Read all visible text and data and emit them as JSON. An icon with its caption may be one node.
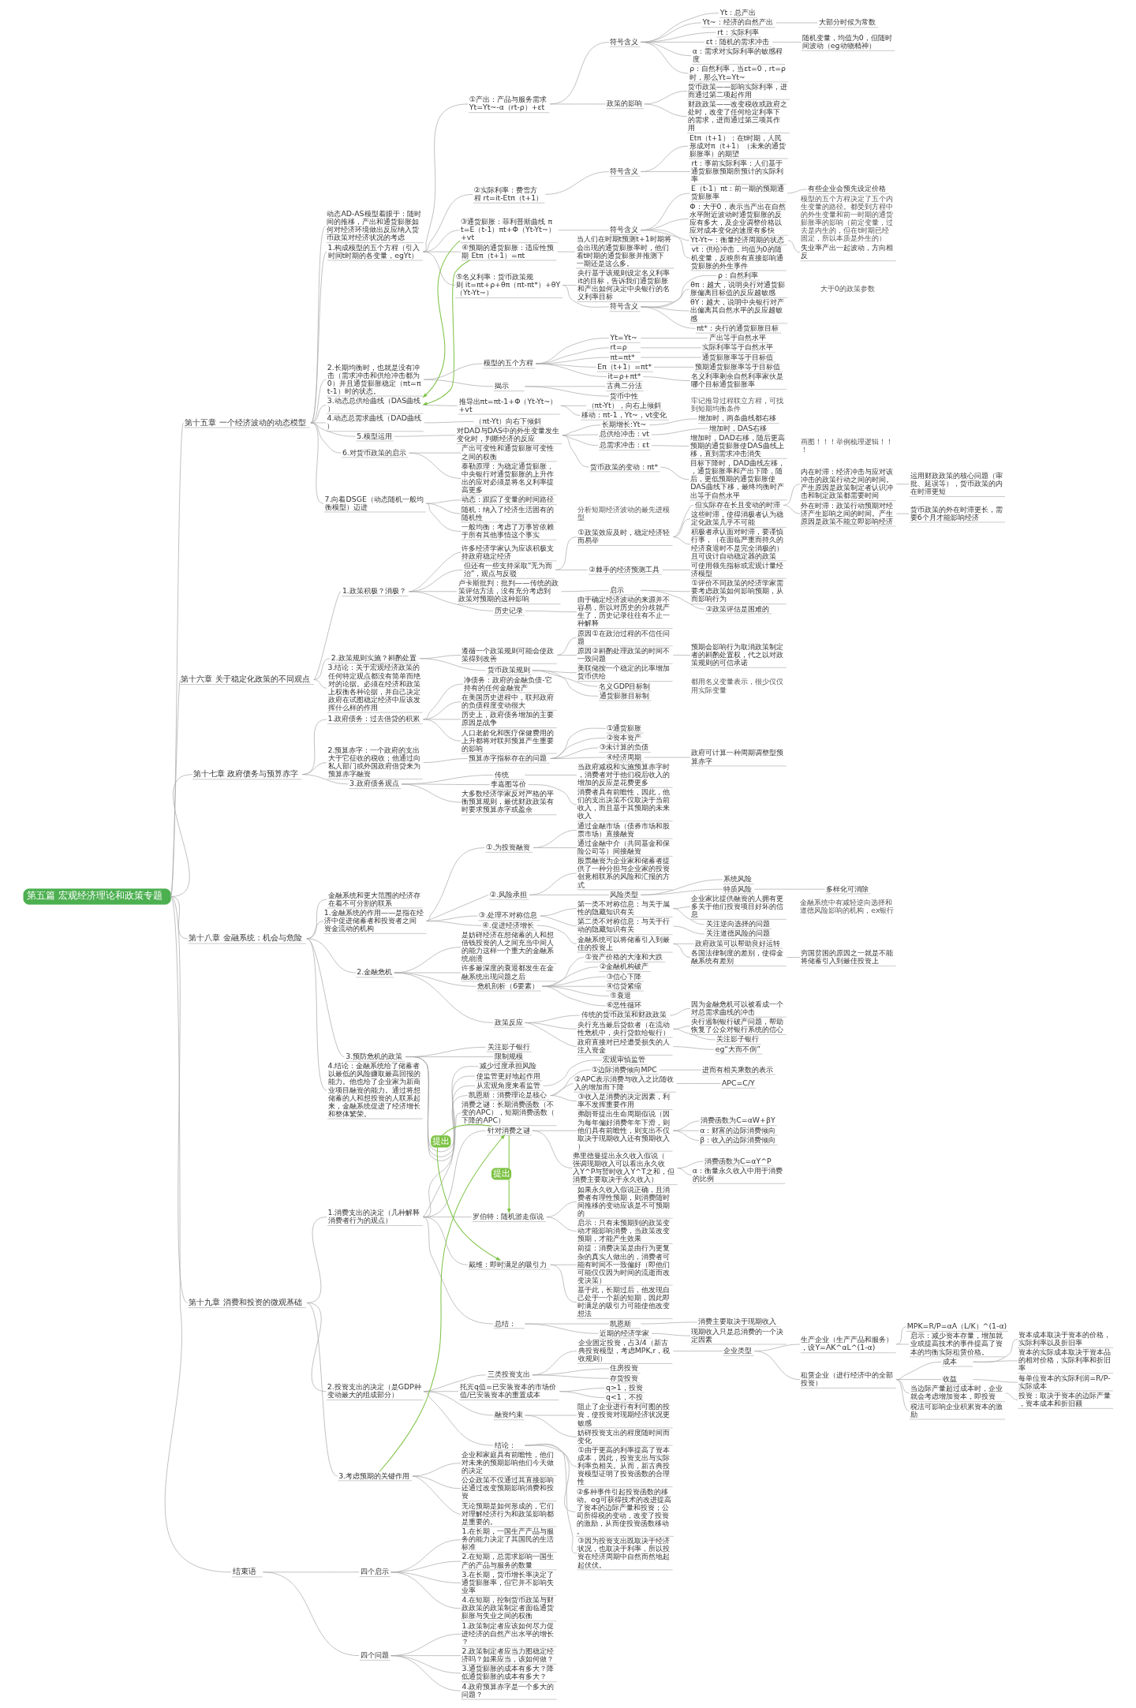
{
  "diagram": {
    "nodes": [
      {
        "text": [
          "第五篇 宏观经济理论和政策专题"
        ]
      },
      {
        "text": [
          "第十五章 一个经济波动的动态模型"
        ]
      },
      {
        "text": [
          "动态AD-AS模型着眼于：随时间的推移，产出和通货膨胀如何对经济环境做出反应纳入货币政策对经济状况的考虑"
        ]
      },
      {
        "text": [
          "1.构成模型的五个方程（引入时间t时期的各变量，egYt）"
        ]
      },
      {
        "text": [
          "①产出：产品与服务需求Yt=Yt~-α（rt-ρ）+εt"
        ]
      },
      {
        "text": [
          "符号含义"
        ]
      },
      {
        "text": [
          "Yt：总产出"
        ]
      },
      {
        "text": [
          "Yt~：经济的自然产出"
        ]
      },
      {
        "text": [
          "大部分时候为常数"
        ]
      },
      {
        "text": [
          "rt：实际利率"
        ]
      },
      {
        "text": [
          "εt：随机的需求冲击"
        ]
      },
      {
        "text": [
          "随机变量，均值为0，但随时间波动（eg动物精神）"
        ]
      },
      {
        "text": [
          "α：需求对实际利率的敏感程度"
        ]
      },
      {
        "text": [
          "ρ：自然利率，当εt=0，rt=ρ时，那么Yt=Yt~"
        ]
      },
      {
        "text": [
          "政策的影响"
        ]
      },
      {
        "text": [
          "货币政策——影响实际利率，进而通过第二项起作用"
        ]
      },
      {
        "text": [
          "财政政策——改变税收或政府之处时，改变了任何给定利率下的需求，进而通过第三项其作用"
        ]
      },
      {
        "text": [
          "②实际利率：费雪方程 rt=it-Etπ（t+1）"
        ]
      },
      {
        "text": [
          "符号含义"
        ]
      },
      {
        "text": [
          "Etπ（t+1）：在t时期，人民形成对π（t+1）（未来的通货膨胀率）的期望"
        ]
      },
      {
        "text": [
          "rt：事前实际利率：人们基于通货膨胀预期所预计的实际利率"
        ]
      },
      {
        "text": [
          "③通货膨胀：菲利普斯曲线 πt=E（t-1）πt+Φ（Yt-Yt~）+vt"
        ]
      },
      {
        "text": [
          "符号含义"
        ]
      },
      {
        "text": [
          "E（t-1）πt：前一期的预期通货膨胀率"
        ]
      },
      {
        "text": [
          "有些企业会预先设定价格"
        ]
      },
      {
        "text": [
          "Φ：大于0，表示当产出在自然水平附近波动时通货膨胀的反应有多大，及企业调整价格以应对成本变化的速度有多快"
        ]
      },
      {
        "text": [
          "Yt-Yt~：衡量经济周期的状态"
        ]
      },
      {
        "text": [
          "失业率产出一起波动，方向相反"
        ]
      },
      {
        "text": [
          "vt：供给冲击，均值为0的随机变量，反映所有直接影响通货膨胀的外生事件"
        ]
      },
      {
        "text": [
          "④预期的通货膨胀：适应性预期 Etπ（t+1）=πt"
        ]
      },
      {
        "text": [
          "当人们在时期t预测t+1时期将会出现的通货膨胀率时，他们看t时期的通货膨胀并推测下一期还是这么多。"
        ]
      },
      {
        "text": [
          "⑤名义利率：货币政策规则 it=πt+ρ+θπ（πt-πt*）+θY（Yt-Yt~）"
        ]
      },
      {
        "text": [
          "央行基于该规则设定名义利率it的目标，告诉我们通货膨胀和产出如何决定中央银行的名义利率目标"
        ]
      },
      {
        "text": [
          "符号含义"
        ]
      },
      {
        "text": [
          "ρ：自然利率"
        ]
      },
      {
        "text": [
          "θπ：越大，说明央行对通货膨胀偏离目标值的反应越敏感"
        ]
      },
      {
        "text": [
          "θY：越大，说明中央银行对产出偏离其自然水平的反应越敏感"
        ]
      },
      {
        "text": [
          "πt*：央行的通货膨胀目标"
        ]
      },
      {
        "text": [
          "2.长期均衡时，也就是没有冲击（需求冲击和供给冲击都为0）并且通货膨胀稳定（πt=πt-1）时的状态。"
        ]
      },
      {
        "text": [
          "模型的五个方程"
        ]
      },
      {
        "text": [
          "Yt=Yt~"
        ]
      },
      {
        "text": [
          "产出等于自然水平"
        ]
      },
      {
        "text": [
          "rt=ρ"
        ]
      },
      {
        "text": [
          "实际利率等于自然水平"
        ]
      },
      {
        "text": [
          "πt=πt*"
        ]
      },
      {
        "text": [
          "通货膨胀率等于目标值"
        ]
      },
      {
        "text": [
          "Eπ（t+1）=πt*"
        ]
      },
      {
        "text": [
          "预期通货膨胀率等于目标值"
        ]
      },
      {
        "text": [
          "it=ρ+πt*"
        ]
      },
      {
        "text": [
          "名义利率剩余自然利率家伙是哪个目标通货膨胀率"
        ]
      },
      {
        "text": [
          "揭示"
        ]
      },
      {
        "text": [
          "古典二分法"
        ]
      },
      {
        "text": [
          "货币中性"
        ]
      },
      {
        "text": [
          "3.动态总供给曲线（DAS曲线）"
        ]
      },
      {
        "text": [
          "推导出πt=πt-1+Φ（Yt-Yt~）+vt"
        ]
      },
      {
        "text": [
          "（πt-Yt），向右上倾斜"
        ]
      },
      {
        "text": [
          "移动：πt-1，Yt~，vt变化"
        ]
      },
      {
        "text": [
          "4.动态总需求曲线（DAD曲线）"
        ]
      },
      {
        "text": [
          "（πt-Yt）向右下倾斜"
        ]
      },
      {
        "text": [
          "5.模型运用"
        ]
      },
      {
        "text": [
          "对DAD与DAS中的外生变量发生变化时，判断经济的反应"
        ]
      },
      {
        "text": [
          "长期增长:Yt~"
        ]
      },
      {
        "text": [
          "增加时，两条曲线都右移"
        ]
      },
      {
        "text": [
          "总供给冲击：vt"
        ]
      },
      {
        "text": [
          "增加时，DAS右移"
        ]
      },
      {
        "text": [
          "总需求冲击：εt"
        ]
      },
      {
        "text": [
          "增加时，DAD右移，随后更高预期的通货膨胀使DAS曲线上移，直到需求冲击消失"
        ]
      },
      {
        "text": [
          "货币政策的变动：πt*"
        ]
      },
      {
        "text": [
          "目标下降时，DAD曲线左移，，通货膨胀率和产出下降，随后，更低预期的通货膨胀使DAS曲线下移，最终均衡时产出等于自然水平"
        ]
      },
      {
        "text": [
          "6.对货币政策的启示"
        ]
      },
      {
        "text": [
          "产出可变性和通货膨胀可变性之间的权衡"
        ]
      },
      {
        "text": [
          "泰勒原理：为稳定通货膨胀，中央银行对通货膨胀的上升作出的应对必须是将名义利率提高更多"
        ]
      },
      {
        "text": [
          "7.向着DSGE（动态随机一般均衡模型）迈进"
        ]
      },
      {
        "text": [
          "动态：跟踪了变量的时间路径"
        ]
      },
      {
        "text": [
          "随机：纳入了经济生活固有的随机性"
        ]
      },
      {
        "text": [
          "一般均衡：考虑了万事皆依赖于所有其他事情这个事实"
        ]
      },
      {
        "text": [
          "第十六章 关于稳定化政策的不同观点"
        ]
      },
      {
        "text": [
          "1.政策积极？消极？"
        ]
      },
      {
        "text": [
          "许多经济学家认为应该积极支持政府稳定经济"
        ]
      },
      {
        "text": [
          "但还有一些支持采取“无为而治”，观点与反驳"
        ]
      },
      {
        "text": [
          "①政策效应及时，稳定经济轻而易举"
        ]
      },
      {
        "text": [
          "但实际存在长且变动的时滞"
        ]
      },
      {
        "text": [
          "内在时滞：经济冲击与应对该冲击的政策行动之间的时间。产生原因是政策制定者认识冲击和制定政策都需要时间"
        ]
      },
      {
        "text": [
          "运用财政政策的核心问题（审批、延误等），货币政策的内在时滞更短"
        ]
      },
      {
        "text": [
          "外在时滞：政策行动预期对经济产生影响之间的时间。产生原因是政策不能立即影响经济"
        ]
      },
      {
        "text": [
          "货币政策的外在时滞更长，需要6个月才能影响经济"
        ]
      },
      {
        "text": [
          "这些时滞，使得消极者认为稳定化政策几乎不可能"
        ]
      },
      {
        "text": [
          "积极者承认面对时滞，要谨慎行事，（在面临严重而持久的经济衰退时不是完全消极的）且可设计自动稳定器的政策"
        ]
      },
      {
        "text": [
          "②棘手的经济预测工具"
        ]
      },
      {
        "text": [
          "可使用领先指标或宏观计量经济模型"
        ]
      },
      {
        "text": [
          "卢卡斯批判：批判——传统的政策评估方法，没有充分考虑到政策对预期的这种影响"
        ]
      },
      {
        "text": [
          "启示"
        ]
      },
      {
        "text": [
          "①评价不同政策的经济学家需要考虑政策如何影响预期，从而影响行为"
        ]
      },
      {
        "text": [
          "②政策评估是困难的"
        ]
      },
      {
        "text": [
          "历史记录"
        ]
      },
      {
        "text": [
          "由于确定经济波动的来源并不容易，所以对历史的分歧就产生了，历史记录往往有不止一种解释"
        ]
      },
      {
        "text": [
          "2.政策规则实施？斟酌处置"
        ]
      },
      {
        "text": [
          "遵循一个政策规则可能会使政策得到改善"
        ]
      },
      {
        "text": [
          "原因①在政治过程的不信任问题"
        ]
      },
      {
        "text": [
          "原因②斟酌处理政策的时间不一致问题"
        ]
      },
      {
        "text": [
          "预期会影响行为取消政策制定者的斟酌处置权，代之以对政策规则的可信承诺"
        ]
      },
      {
        "text": [
          "货币政策规则"
        ]
      },
      {
        "text": [
          "美联储按一个稳定的比率增加货币供给"
        ]
      },
      {
        "text": [
          "名义GDP目标制"
        ]
      },
      {
        "text": [
          "通货膨胀目标制"
        ]
      },
      {
        "text": [
          "3.结论：关于宏观经济政策的任何特定观点都没有简单而绝对的论据。必须在经济和政策上权衡各种论据，并自己决定政府在试图稳定经济中应该发挥什么样的作用"
        ]
      },
      {
        "text": [
          "第十七章 政府债务与预算赤字"
        ]
      },
      {
        "text": [
          "1.政府债务：过去借贷的积累"
        ]
      },
      {
        "text": [
          "净债务：政府的金融负债-它持有的任何金融资产"
        ]
      },
      {
        "text": [
          "在美国历史进程中，联邦政府的负债程度变动很大"
        ]
      },
      {
        "text": [
          "历史上，政府债务增加的主要原因是战争"
        ]
      },
      {
        "text": [
          "人口老龄化和医疗保健费用的上升都将对联邦预算产生重要的影响"
        ]
      },
      {
        "text": [
          "2.预算赤字：一个政府的支出大于它征收的税收；他通过向私人部门或外国政府借贷来为预算赤字融资"
        ]
      },
      {
        "text": [
          "预算赤字指标存在的问题"
        ]
      },
      {
        "text": [
          "①通货膨胀"
        ]
      },
      {
        "text": [
          "②资本资产"
        ]
      },
      {
        "text": [
          "③未计算的负债"
        ]
      },
      {
        "text": [
          "④经济周期"
        ]
      },
      {
        "text": [
          "政府可计算一种周期调整型预算赤字"
        ]
      },
      {
        "text": [
          "3.政府债务观点"
        ]
      },
      {
        "text": [
          "传统"
        ]
      },
      {
        "text": [
          "当政府减税和实施预算赤字时，消费者对于他们税后收入的增加的反应是花费更多"
        ]
      },
      {
        "text": [
          "李嘉图等价"
        ]
      },
      {
        "text": [
          "消费者具有前瞻性，因此，他们的支出决策不仅取决于当前收入，而且基于其预期的未来收入"
        ]
      },
      {
        "text": [
          "大多数经济学家反对严格的平衡预算规则，最优财政政策有时要求预算赤字或盈余"
        ]
      },
      {
        "text": [
          "第十八章 金融系统：机会与危险"
        ]
      },
      {
        "text": [
          "金融系统和更大范围的经济存在着不可分割的联系"
        ]
      },
      {
        "text": [
          "1.金融系统的作用——是指在经济中促进储蓄者和投资者之间资金流动的机构"
        ]
      },
      {
        "text": [
          "①.为投资融资"
        ]
      },
      {
        "text": [
          "通过金融市场（债券市场和股票市场）直接融资"
        ]
      },
      {
        "text": [
          "通过金融中介（共同基金和保险公司等）间接融资"
        ]
      },
      {
        "text": [
          "②.风险承担"
        ]
      },
      {
        "text": [
          "股票融资为企业家和储蓄者提供了一种分担与企业家的投资创意相联系的风险和汇报的方式"
        ]
      },
      {
        "text": [
          "风险类型"
        ]
      },
      {
        "text": [
          "系统风险"
        ]
      },
      {
        "text": [
          "特质风险"
        ]
      },
      {
        "text": [
          "多样化可消除"
        ]
      },
      {
        "text": [
          "③.处理不对称信息"
        ]
      },
      {
        "text": [
          "第一类不对称信息：与关于属性的隐藏知识有关"
        ]
      },
      {
        "text": [
          "企业家比提供融资的人拥有更多关于他们投资项目好坏的信息"
        ]
      },
      {
        "text": [
          "关注逆向选择的问题"
        ]
      },
      {
        "text": [
          "第二类不对称信息：与关于行动的隐藏知识有关"
        ]
      },
      {
        "text": [
          "关注道德风险的问题"
        ]
      },
      {
        "text": [
          "④.促进经济增长"
        ]
      },
      {
        "text": [
          "金融系统可以将储蓄引入到最佳的投资上"
        ]
      },
      {
        "text": [
          "政府政策可以帮助良好运转"
        ]
      },
      {
        "text": [
          "各国法律制度的差别，使得金融系统有差别"
        ]
      },
      {
        "text": [
          "穷国贫困的原因之一就是不能将储蓄引入到最佳投资上"
        ]
      },
      {
        "text": [
          "2.金融危机"
        ]
      },
      {
        "text": [
          "是妨碍经济在想储蓄的人和想借钱投资的人之间充当中间人的能力这样一个重大的金融系统崩溃"
        ]
      },
      {
        "text": [
          "许多最深度的衰退都发生在金融系统出现问题之后"
        ]
      },
      {
        "text": [
          "危机剖析（6要素）"
        ]
      },
      {
        "text": [
          "①资产价格的大涨和大跌"
        ]
      },
      {
        "text": [
          "②金融机构破产"
        ]
      },
      {
        "text": [
          "③信心下降"
        ]
      },
      {
        "text": [
          "④信贷紧缩"
        ]
      },
      {
        "text": [
          "⑤衰退"
        ]
      },
      {
        "text": [
          "⑥恶性循环"
        ]
      },
      {
        "text": [
          "政策反应"
        ]
      },
      {
        "text": [
          "传统的货币政策和财政政策"
        ]
      },
      {
        "text": [
          "因为金融危机可以被看成一个对总需求曲线的冲击"
        ]
      },
      {
        "text": [
          "央行充当最后贷款者（在流动性危机中，央行贷款给银行）"
        ]
      },
      {
        "text": [
          "央行遏制银行破产问题，帮助恢复了公众对银行系统的信心"
        ]
      },
      {
        "text": [
          "关注影子银行"
        ]
      },
      {
        "text": [
          "政府直接对已经遭受损失的人注入资金"
        ]
      },
      {
        "text": [
          "eg“大而不倒”"
        ]
      },
      {
        "text": [
          "3.预防危机的政策"
        ]
      },
      {
        "text": [
          "关注影子银行"
        ]
      },
      {
        "text": [
          "限制规模"
        ]
      },
      {
        "text": [
          "减少过度承担风险"
        ]
      },
      {
        "text": [
          "使监管更好地起作用"
        ]
      },
      {
        "text": [
          "从宏观角度来看监管"
        ]
      },
      {
        "text": [
          "宏观审慎监管"
        ]
      },
      {
        "text": [
          "4.结论：金融系统给了储蓄者以最低的风险赚取最高回报的能力。他也给了企业家为新商业项目融资的能力。通过将想储蓄的人和想投资的人联系起来，金融系统促进了经济增长和整体繁荣。"
        ]
      },
      {
        "text": [
          "第十九章 消费和投资的微观基础"
        ]
      },
      {
        "text": [
          "1.消费支出的决定（几种解释消费者行为的观点）"
        ]
      },
      {
        "text": [
          "凯恩斯：消费理论是核心"
        ]
      },
      {
        "text": [
          "①边际消费倾向MPC"
        ]
      },
      {
        "text": [
          "进而有相关乘数的表示"
        ]
      },
      {
        "text": [
          "②APC表示消费与收入之比随收入的增加而下降"
        ]
      },
      {
        "text": [
          "APC=C/Y"
        ]
      },
      {
        "text": [
          "③收入是消费的决定因素，利率不发挥重要作用"
        ]
      },
      {
        "text": [
          "消费之谜：长期消费函数（不变的APC），短期消费函数（下降的APC）"
        ]
      },
      {
        "text": [
          "针对消费之谜"
        ]
      },
      {
        "text": [
          "弗朗哥提出生命周期假说（因为每年偏好消费年年下滑，则他们具有前瞻性，则支出不仅取决于现期收入还有预期收入）"
        ]
      },
      {
        "text": [
          "消费函数为C=αW+βY"
        ]
      },
      {
        "text": [
          "α：财富的边际消费倾向"
        ]
      },
      {
        "text": [
          "β：收入的边际消费倾向"
        ]
      },
      {
        "text": [
          "弗里德曼提出永久收入假说（强调现期收入可以看出永久收入Y^P与暂时收入Y^T之和，但消费主要取决于永久收入）"
        ]
      },
      {
        "text": [
          "消费函数为C=αY^P"
        ]
      },
      {
        "text": [
          "α：衡量永久收入中用于消费的比例"
        ]
      },
      {
        "text": [
          "罗伯特：随机游走假说"
        ]
      },
      {
        "text": [
          "如果永久收入假说正确，且消费者有理性预期，则消费随时间推移的变动应该是不可预期的"
        ]
      },
      {
        "text": [
          "启示：只有未预期到的政策变动才能影响消费，当政策改变预期，才能产生效果"
        ]
      },
      {
        "text": [
          "戴维：即时满足的吸引力"
        ]
      },
      {
        "text": [
          "前提：消费决策是由行为更复杂的真实人做出的，消费者可能有时间不一致偏好（即他们可能仅仅因为时间的流逝而改变决策）"
        ]
      },
      {
        "text": [
          "基于此，长期过后，他发现自己处于一个新的短期，因此即时满足的吸引力可能使他改变想法"
        ]
      },
      {
        "text": [
          "总结："
        ]
      },
      {
        "text": [
          "凯恩斯"
        ]
      },
      {
        "text": [
          "消费主要取决于现期收入"
        ]
      },
      {
        "text": [
          "近期的经济学家"
        ]
      },
      {
        "text": [
          "现期收入只是总消费的一个决定因素"
        ]
      },
      {
        "text": [
          "2.投资支出的决定（是GDP种变动最大的组成部分）"
        ]
      },
      {
        "text": [
          "三类投资支出"
        ]
      },
      {
        "text": [
          "企业固定投资，占3/4（新古典投资模型，考虑MPK,r，税收规则）"
        ]
      },
      {
        "text": [
          "企业类型"
        ]
      },
      {
        "text": [
          "生产企业（生产产品和服务），设Y=AK^αL^(1-α)"
        ]
      },
      {
        "text": [
          "MPK=R/P=αA（L/K）^(1-α)"
        ]
      },
      {
        "text": [
          "启示：减少资本存量，增加就业或提高技术的事件提高了资本的均衡实际租赁价格。"
        ]
      },
      {
        "text": [
          "租赁企业（进行经济中的全部投资）"
        ]
      },
      {
        "text": [
          "成本"
        ]
      },
      {
        "text": [
          "资本成本取决于资本的价格，实际利率以及折旧率"
        ]
      },
      {
        "text": [
          "资本的实际成本取决于资本品的相对价格，实际利率和折旧率"
        ]
      },
      {
        "text": [
          "收益"
        ]
      },
      {
        "text": [
          "每单位资本的实际利润=R/P-实际成本"
        ]
      },
      {
        "text": [
          "当边际产量超过成本时，企业就会考虑增加资本，即投资"
        ]
      },
      {
        "text": [
          "投资：取决于资本的边际产量，资本成本和折旧额"
        ]
      },
      {
        "text": [
          "税法可影响企业积累资本的激励"
        ]
      },
      {
        "text": [
          "住房投资"
        ]
      },
      {
        "text": [
          "存货投资"
        ]
      },
      {
        "text": [
          "托宾q值=已安装资本的市场价值/已安装资本的重置成本"
        ]
      },
      {
        "text": [
          "q>1，投资"
        ]
      },
      {
        "text": [
          "q<1，不投"
        ]
      },
      {
        "text": [
          "融资约束"
        ]
      },
      {
        "text": [
          "阻止了企业进行有利可图的投资，使投资对现期经济状况更敏感"
        ]
      },
      {
        "text": [
          "妨碍投资支出的程度随时间而变化"
        ]
      },
      {
        "text": [
          "结论："
        ]
      },
      {
        "text": [
          "①由于更高的利率提高了资本成本，因此，投资支出与实际利率负相关。从而，新古典投资模型证明了投资函数的合理性"
        ]
      },
      {
        "text": [
          "②多种事件引起投资函数的移动。eg可获得技术的改进提高了资本的边际产量和投资；公司所得税的变动，改变了投资的激励，从而使投资函数移动。"
        ]
      },
      {
        "text": [
          "③因为投资支出既取决于经济状况，也取决于利率，所以投资在经济周期中自然而然地起起伏伏。"
        ]
      },
      {
        "text": [
          "3.考虑预期的关键作用"
        ]
      },
      {
        "text": [
          "企业和家庭具有前瞻性，他们对未来的预期影响他们今天做的决定"
        ]
      },
      {
        "text": [
          "公众政策不仅通过其直接影响还通过改变预期影响消费和投资"
        ]
      },
      {
        "text": [
          "无论预期是如何形成的，它们对理解经济行为和政策影响都是重要的。"
        ]
      },
      {
        "text": [
          "结束语"
        ]
      },
      {
        "text": [
          "四个启示"
        ]
      },
      {
        "text": [
          "1.在长期，一国生产产品与服务的能力决定了其国民的生活标准"
        ]
      },
      {
        "text": [
          "2.在短期，总需求影响一国生产的产品与服务的数量"
        ]
      },
      {
        "text": [
          "3.在长期，货币增长率决定了通货膨胀率，但它并不影响失业率"
        ]
      },
      {
        "text": [
          "4.在短期，控制货币政策与财政政策的政策制定者面临通货膨胀与失业之间的权衡"
        ]
      },
      {
        "text": [
          "四个问题"
        ]
      },
      {
        "text": [
          "1.政策制定者应该如何尽力促进经济的自然产出水平的增长？"
        ]
      },
      {
        "text": [
          "2.政策制定者应当力图稳定经济吗？如果应当，该如何做？"
        ]
      },
      {
        "text": [
          "3.通货膨胀的成本有多大？降低通货膨胀的成本有多大？"
        ]
      },
      {
        "text": [
          "4.政府预算赤字是一个多大的问题？"
        ]
      }
    ],
    "edges": [
      {
        "from": 0,
        "to": 1,
        "arrow": "none"
      },
      {
        "from": 1,
        "to": 2,
        "arrow": "none"
      },
      {
        "from": 1,
        "to": 3,
        "arrow": "none"
      },
      {
        "from": 3,
        "to": 4,
        "arrow": "none"
      },
      {
        "from": 4,
        "to": 5,
        "arrow": "none"
      },
      {
        "from": 5,
        "to": 6,
        "arrow": "none"
      },
      {
        "from": 5,
        "to": 7,
        "arrow": "none"
      },
      {
        "from": 7,
        "to": 8,
        "arrow": "none"
      },
      {
        "from": 5,
        "to": 9,
        "arrow": "none"
      },
      {
        "from": 5,
        "to": 10,
        "arrow": "none"
      },
      {
        "from": 10,
        "to": 11,
        "arrow": "none"
      },
      {
        "from": 5,
        "to": 12,
        "arrow": "none"
      },
      {
        "from": 5,
        "to": 13,
        "arrow": "none"
      },
      {
        "from": 4,
        "to": 14,
        "arrow": "none"
      },
      {
        "from": 14,
        "to": 15,
        "arrow": "none"
      },
      {
        "from": 14,
        "to": 16,
        "arrow": "none"
      },
      {
        "from": 3,
        "to": 17,
        "arrow": "none"
      },
      {
        "from": 17,
        "to": 18,
        "arrow": "none"
      },
      {
        "from": 18,
        "to": 19,
        "arrow": "none"
      },
      {
        "from": 18,
        "to": 20,
        "arrow": "none"
      },
      {
        "from": 3,
        "to": 21,
        "arrow": "none"
      },
      {
        "from": 21,
        "to": 22,
        "arrow": "none"
      },
      {
        "from": 22,
        "to": 23,
        "arrow": "none"
      },
      {
        "from": 23,
        "to": 24,
        "arrow": "none"
      },
      {
        "from": 22,
        "to": 25,
        "arrow": "none"
      },
      {
        "from": 22,
        "to": 26,
        "arrow": "none"
      },
      {
        "from": 26,
        "to": 27,
        "arrow": "none"
      },
      {
        "from": 22,
        "to": 28,
        "arrow": "none"
      },
      {
        "from": 3,
        "to": 29,
        "arrow": "none"
      },
      {
        "from": 29,
        "to": 30,
        "arrow": "none"
      },
      {
        "from": 3,
        "to": 31,
        "arrow": "none"
      },
      {
        "from": 31,
        "to": 32,
        "arrow": "none"
      },
      {
        "from": 31,
        "to": 33,
        "arrow": "none"
      },
      {
        "from": 33,
        "to": 34,
        "arrow": "none"
      },
      {
        "from": 33,
        "to": 35,
        "arrow": "none"
      },
      {
        "from": 33,
        "to": 36,
        "arrow": "none"
      },
      {
        "from": 33,
        "to": 37,
        "arrow": "none"
      },
      {
        "from": 1,
        "to": 38,
        "arrow": "none"
      },
      {
        "from": 38,
        "to": 39,
        "arrow": "none"
      },
      {
        "from": 39,
        "to": 40,
        "arrow": "none"
      },
      {
        "from": 40,
        "to": 41,
        "arrow": "none"
      },
      {
        "from": 39,
        "to": 42,
        "arrow": "none"
      },
      {
        "from": 42,
        "to": 43,
        "arrow": "none"
      },
      {
        "from": 39,
        "to": 44,
        "arrow": "none"
      },
      {
        "from": 44,
        "to": 45,
        "arrow": "none"
      },
      {
        "from": 39,
        "to": 46,
        "arrow": "none"
      },
      {
        "from": 46,
        "to": 47,
        "arrow": "none"
      },
      {
        "from": 39,
        "to": 48,
        "arrow": "none"
      },
      {
        "from": 48,
        "to": 49,
        "arrow": "none"
      },
      {
        "from": 38,
        "to": 50,
        "arrow": "none"
      },
      {
        "from": 50,
        "to": 51,
        "arrow": "none"
      },
      {
        "from": 50,
        "to": 52,
        "arrow": "none"
      },
      {
        "from": 1,
        "to": 53,
        "arrow": "none"
      },
      {
        "from": 53,
        "to": 54,
        "arrow": "none"
      },
      {
        "from": 54,
        "to": 55,
        "arrow": "none"
      },
      {
        "from": 54,
        "to": 56,
        "arrow": "none"
      },
      {
        "from": 1,
        "to": 57,
        "arrow": "none"
      },
      {
        "from": 57,
        "to": 58,
        "arrow": "none"
      },
      {
        "from": 1,
        "to": 59,
        "arrow": "none"
      },
      {
        "from": 59,
        "to": 60,
        "arrow": "none"
      },
      {
        "from": 60,
        "to": 61,
        "arrow": "none"
      },
      {
        "from": 61,
        "to": 62,
        "arrow": "none"
      },
      {
        "from": 60,
        "to": 63,
        "arrow": "none"
      },
      {
        "from": 63,
        "to": 64,
        "arrow": "none"
      },
      {
        "from": 60,
        "to": 65,
        "arrow": "none"
      },
      {
        "from": 65,
        "to": 66,
        "arrow": "none"
      },
      {
        "from": 60,
        "to": 67,
        "arrow": "none"
      },
      {
        "from": 67,
        "to": 68,
        "arrow": "none"
      },
      {
        "from": 1,
        "to": 69,
        "arrow": "none"
      },
      {
        "from": 69,
        "to": 70,
        "arrow": "none"
      },
      {
        "from": 69,
        "to": 71,
        "arrow": "none"
      },
      {
        "from": 1,
        "to": 72,
        "arrow": "none"
      },
      {
        "from": 72,
        "to": 73,
        "arrow": "none"
      },
      {
        "from": 72,
        "to": 74,
        "arrow": "none"
      },
      {
        "from": 72,
        "to": 75,
        "arrow": "none"
      },
      {
        "from": 0,
        "to": 76,
        "arrow": "none"
      },
      {
        "from": 76,
        "to": 77,
        "arrow": "none"
      },
      {
        "from": 77,
        "to": 78,
        "arrow": "none"
      },
      {
        "from": 77,
        "to": 79,
        "arrow": "none"
      },
      {
        "from": 79,
        "to": 80,
        "arrow": "none"
      },
      {
        "from": 80,
        "to": 81,
        "arrow": "none"
      },
      {
        "from": 81,
        "to": 82,
        "arrow": "none"
      },
      {
        "from": 82,
        "to": 83,
        "arrow": "none"
      },
      {
        "from": 81,
        "to": 84,
        "arrow": "none"
      },
      {
        "from": 84,
        "to": 85,
        "arrow": "none"
      },
      {
        "from": 80,
        "to": 86,
        "arrow": "none"
      },
      {
        "from": 80,
        "to": 87,
        "arrow": "none"
      },
      {
        "from": 79,
        "to": 88,
        "arrow": "none"
      },
      {
        "from": 88,
        "to": 89,
        "arrow": "none"
      },
      {
        "from": 77,
        "to": 90,
        "arrow": "none"
      },
      {
        "from": 90,
        "to": 91,
        "arrow": "none"
      },
      {
        "from": 91,
        "to": 92,
        "arrow": "none"
      },
      {
        "from": 91,
        "to": 93,
        "arrow": "none"
      },
      {
        "from": 77,
        "to": 94,
        "arrow": "none"
      },
      {
        "from": 94,
        "to": 95,
        "arrow": "none"
      },
      {
        "from": 76,
        "to": 96,
        "arrow": "none"
      },
      {
        "from": 96,
        "to": 97,
        "arrow": "none"
      },
      {
        "from": 97,
        "to": 98,
        "arrow": "none"
      },
      {
        "from": 97,
        "to": 99,
        "arrow": "none"
      },
      {
        "from": 99,
        "to": 100,
        "arrow": "none"
      },
      {
        "from": 96,
        "to": 101,
        "arrow": "none"
      },
      {
        "from": 101,
        "to": 102,
        "arrow": "none"
      },
      {
        "from": 101,
        "to": 103,
        "arrow": "none"
      },
      {
        "from": 101,
        "to": 104,
        "arrow": "none"
      },
      {
        "from": 76,
        "to": 105,
        "arrow": "none"
      },
      {
        "from": 0,
        "to": 106,
        "arrow": "none"
      },
      {
        "from": 106,
        "to": 107,
        "arrow": "none"
      },
      {
        "from": 107,
        "to": 108,
        "arrow": "none"
      },
      {
        "from": 107,
        "to": 109,
        "arrow": "none"
      },
      {
        "from": 107,
        "to": 110,
        "arrow": "none"
      },
      {
        "from": 107,
        "to": 111,
        "arrow": "none"
      },
      {
        "from": 106,
        "to": 112,
        "arrow": "none"
      },
      {
        "from": 112,
        "to": 113,
        "arrow": "none"
      },
      {
        "from": 113,
        "to": 114,
        "arrow": "none"
      },
      {
        "from": 113,
        "to": 115,
        "arrow": "none"
      },
      {
        "from": 113,
        "to": 116,
        "arrow": "none"
      },
      {
        "from": 113,
        "to": 117,
        "arrow": "none"
      },
      {
        "from": 117,
        "to": 118,
        "arrow": "none"
      },
      {
        "from": 106,
        "to": 119,
        "arrow": "none"
      },
      {
        "from": 119,
        "to": 120,
        "arrow": "none"
      },
      {
        "from": 120,
        "to": 121,
        "arrow": "none"
      },
      {
        "from": 119,
        "to": 122,
        "arrow": "none"
      },
      {
        "from": 122,
        "to": 123,
        "arrow": "none"
      },
      {
        "from": 119,
        "to": 124,
        "arrow": "none"
      },
      {
        "from": 0,
        "to": 125,
        "arrow": "none"
      },
      {
        "from": 125,
        "to": 126,
        "arrow": "none"
      },
      {
        "from": 125,
        "to": 127,
        "arrow": "none"
      },
      {
        "from": 127,
        "to": 128,
        "arrow": "none"
      },
      {
        "from": 128,
        "to": 129,
        "arrow": "none"
      },
      {
        "from": 128,
        "to": 130,
        "arrow": "none"
      },
      {
        "from": 127,
        "to": 131,
        "arrow": "none"
      },
      {
        "from": 131,
        "to": 132,
        "arrow": "none"
      },
      {
        "from": 131,
        "to": 133,
        "arrow": "none"
      },
      {
        "from": 133,
        "to": 134,
        "arrow": "none"
      },
      {
        "from": 133,
        "to": 135,
        "arrow": "none"
      },
      {
        "from": 135,
        "to": 136,
        "arrow": "none"
      },
      {
        "from": 127,
        "to": 137,
        "arrow": "none"
      },
      {
        "from": 137,
        "to": 138,
        "arrow": "none"
      },
      {
        "from": 138,
        "to": 139,
        "arrow": "none"
      },
      {
        "from": 138,
        "to": 140,
        "arrow": "none"
      },
      {
        "from": 137,
        "to": 141,
        "arrow": "none"
      },
      {
        "from": 141,
        "to": 142,
        "arrow": "none"
      },
      {
        "from": 127,
        "to": 143,
        "arrow": "none"
      },
      {
        "from": 143,
        "to": 144,
        "arrow": "none"
      },
      {
        "from": 144,
        "to": 145,
        "arrow": "none"
      },
      {
        "from": 144,
        "to": 146,
        "arrow": "none"
      },
      {
        "from": 146,
        "to": 147,
        "arrow": "none"
      },
      {
        "from": 125,
        "to": 148,
        "arrow": "none"
      },
      {
        "from": 148,
        "to": 149,
        "arrow": "none"
      },
      {
        "from": 148,
        "to": 150,
        "arrow": "none"
      },
      {
        "from": 148,
        "to": 151,
        "arrow": "none"
      },
      {
        "from": 151,
        "to": 152,
        "arrow": "none"
      },
      {
        "from": 151,
        "to": 153,
        "arrow": "none"
      },
      {
        "from": 151,
        "to": 154,
        "arrow": "none"
      },
      {
        "from": 151,
        "to": 155,
        "arrow": "none"
      },
      {
        "from": 151,
        "to": 156,
        "arrow": "none"
      },
      {
        "from": 151,
        "to": 157,
        "arrow": "none"
      },
      {
        "from": 148,
        "to": 158,
        "arrow": "none"
      },
      {
        "from": 158,
        "to": 159,
        "arrow": "none"
      },
      {
        "from": 159,
        "to": 160,
        "arrow": "none"
      },
      {
        "from": 158,
        "to": 161,
        "arrow": "none"
      },
      {
        "from": 161,
        "to": 162,
        "arrow": "none"
      },
      {
        "from": 161,
        "to": 163,
        "arrow": "none"
      },
      {
        "from": 158,
        "to": 164,
        "arrow": "none"
      },
      {
        "from": 164,
        "to": 165,
        "arrow": "none"
      },
      {
        "from": 125,
        "to": 166,
        "arrow": "none"
      },
      {
        "from": 166,
        "to": 167,
        "arrow": "none"
      },
      {
        "from": 166,
        "to": 168,
        "arrow": "none"
      },
      {
        "from": 166,
        "to": 169,
        "arrow": "none"
      },
      {
        "from": 166,
        "to": 170,
        "arrow": "none"
      },
      {
        "from": 166,
        "to": 171,
        "arrow": "none"
      },
      {
        "from": 171,
        "to": 172,
        "arrow": "none"
      },
      {
        "from": 125,
        "to": 173,
        "arrow": "none"
      },
      {
        "from": 0,
        "to": 174,
        "arrow": "none"
      },
      {
        "from": 174,
        "to": 175,
        "arrow": "none"
      },
      {
        "from": 175,
        "to": 176,
        "arrow": "none"
      },
      {
        "from": 176,
        "to": 177,
        "arrow": "none"
      },
      {
        "from": 177,
        "to": 178,
        "arrow": "none"
      },
      {
        "from": 176,
        "to": 179,
        "arrow": "none"
      },
      {
        "from": 179,
        "to": 180,
        "arrow": "none"
      },
      {
        "from": 176,
        "to": 181,
        "arrow": "none"
      },
      {
        "from": 175,
        "to": 182,
        "arrow": "none"
      },
      {
        "from": 175,
        "to": 183,
        "arrow": "none"
      },
      {
        "from": 183,
        "to": 184,
        "arrow": "none"
      },
      {
        "from": 184,
        "to": 185,
        "arrow": "none"
      },
      {
        "from": 184,
        "to": 186,
        "arrow": "none"
      },
      {
        "from": 184,
        "to": 187,
        "arrow": "none"
      },
      {
        "from": 183,
        "to": 188,
        "arrow": "none"
      },
      {
        "from": 188,
        "to": 189,
        "arrow": "none"
      },
      {
        "from": 188,
        "to": 190,
        "arrow": "none"
      },
      {
        "from": 175,
        "to": 191,
        "arrow": "none"
      },
      {
        "from": 191,
        "to": 192,
        "arrow": "none"
      },
      {
        "from": 191,
        "to": 193,
        "arrow": "none"
      },
      {
        "from": 175,
        "to": 194,
        "arrow": "none"
      },
      {
        "from": 194,
        "to": 195,
        "arrow": "none"
      },
      {
        "from": 194,
        "to": 196,
        "arrow": "none"
      },
      {
        "from": 175,
        "to": 197,
        "arrow": "none"
      },
      {
        "from": 197,
        "to": 198,
        "arrow": "none"
      },
      {
        "from": 198,
        "to": 199,
        "arrow": "none"
      },
      {
        "from": 197,
        "to": 200,
        "arrow": "none"
      },
      {
        "from": 200,
        "to": 201,
        "arrow": "none"
      },
      {
        "from": 174,
        "to": 202,
        "arrow": "none"
      },
      {
        "from": 202,
        "to": 203,
        "arrow": "none"
      },
      {
        "from": 203,
        "to": 204,
        "arrow": "none"
      },
      {
        "from": 204,
        "to": 205,
        "arrow": "none"
      },
      {
        "from": 205,
        "to": 206,
        "arrow": "none"
      },
      {
        "from": 206,
        "to": 207,
        "arrow": "none"
      },
      {
        "from": 206,
        "to": 208,
        "arrow": "none"
      },
      {
        "from": 205,
        "to": 209,
        "arrow": "none"
      },
      {
        "from": 209,
        "to": 210,
        "arrow": "none"
      },
      {
        "from": 210,
        "to": 211,
        "arrow": "none"
      },
      {
        "from": 210,
        "to": 212,
        "arrow": "none"
      },
      {
        "from": 209,
        "to": 213,
        "arrow": "none"
      },
      {
        "from": 213,
        "to": 214,
        "arrow": "none"
      },
      {
        "from": 209,
        "to": 215,
        "arrow": "none"
      },
      {
        "from": 215,
        "to": 216,
        "arrow": "none"
      },
      {
        "from": 209,
        "to": 217,
        "arrow": "none"
      },
      {
        "from": 203,
        "to": 218,
        "arrow": "none"
      },
      {
        "from": 203,
        "to": 219,
        "arrow": "none"
      },
      {
        "from": 202,
        "to": 220,
        "arrow": "none"
      },
      {
        "from": 220,
        "to": 221,
        "arrow": "none"
      },
      {
        "from": 220,
        "to": 222,
        "arrow": "none"
      },
      {
        "from": 202,
        "to": 223,
        "arrow": "none"
      },
      {
        "from": 223,
        "to": 224,
        "arrow": "none"
      },
      {
        "from": 223,
        "to": 225,
        "arrow": "none"
      },
      {
        "from": 202,
        "to": 226,
        "arrow": "none"
      },
      {
        "from": 226,
        "to": 227,
        "arrow": "none"
      },
      {
        "from": 226,
        "to": 228,
        "arrow": "none"
      },
      {
        "from": 226,
        "to": 229,
        "arrow": "none"
      },
      {
        "from": 174,
        "to": 230,
        "arrow": "none"
      },
      {
        "from": 230,
        "to": 231,
        "arrow": "none"
      },
      {
        "from": 230,
        "to": 232,
        "arrow": "none"
      },
      {
        "from": 230,
        "to": 233,
        "arrow": "none"
      },
      {
        "from": 0,
        "to": 234,
        "arrow": "none"
      },
      {
        "from": 234,
        "to": 235,
        "arrow": "none"
      },
      {
        "from": 235,
        "to": 236,
        "arrow": "none"
      },
      {
        "from": 235,
        "to": 237,
        "arrow": "none"
      },
      {
        "from": 235,
        "to": 238,
        "arrow": "none"
      },
      {
        "from": 235,
        "to": 239,
        "arrow": "none"
      },
      {
        "from": 234,
        "to": 240,
        "arrow": "none"
      },
      {
        "from": 240,
        "to": 241,
        "arrow": "none"
      },
      {
        "from": 240,
        "to": 242,
        "arrow": "none"
      },
      {
        "from": 240,
        "to": 243,
        "arrow": "none"
      },
      {
        "from": 240,
        "to": 244,
        "arrow": "none"
      },
      {
        "from": 21,
        "to": 53,
        "arrow": "to",
        "color": "#7cc243"
      },
      {
        "from": 29,
        "to": 53,
        "arrow": "to",
        "color": "#7cc243"
      },
      {
        "from": 230,
        "to": 183,
        "arrow": "to",
        "color": "#7cc243"
      },
      {
        "from": 183,
        "to": 191,
        "arrow": "to",
        "label": "提出",
        "color": "#7cc243"
      },
      {
        "from": 183,
        "to": 194,
        "arrow": "to",
        "label": "提出",
        "color": "#7cc243"
      }
    ],
    "labels": [
      "模型的五个方程决定了五个内生变量的路径。都受到方程中的外生变量和前一时期的通货膨胀率的影响（前定变量，过去是内生的，但在t时期已经固定，所以本质是外生的）",
      "大于0的政策参数",
      "牢记推导过程联立方程，可找到短期均衡条件",
      "画图！！！举例梳理逻辑！！！",
      "分析短期经济波动的最先进模型",
      "都用名义变量表示，很少仅仅用实际变量",
      "金融系统中有减轻逆向选择和道德风险影响的机构，ex银行"
    ]
  }
}
